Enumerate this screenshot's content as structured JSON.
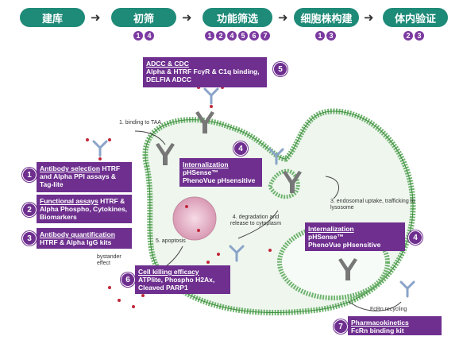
{
  "steps": [
    {
      "label": "建库",
      "nums": []
    },
    {
      "label": "初筛",
      "nums": [
        "1",
        "4"
      ]
    },
    {
      "label": "功能筛选",
      "nums": [
        "1",
        "2",
        "4",
        "5",
        "6",
        "7"
      ]
    },
    {
      "label": "细胞株构建",
      "nums": [
        "1",
        "3"
      ]
    },
    {
      "label": "体内验证",
      "nums": [
        "2",
        "3"
      ]
    }
  ],
  "boxes": {
    "adcc": {
      "num": "5",
      "title": "ADCC & CDC",
      "line1": "Alpha & HTRF FcγR & C1q binding,",
      "line2": "DELFIA ADCC"
    },
    "internal1": {
      "num": "4",
      "title": "Internalization",
      "line1": "pHSense™",
      "line2": "PhenoVue pHsensitive"
    },
    "internal2": {
      "num": "4",
      "title": "Internalization",
      "line1": "pHSense™",
      "line2": "PhenoVue pHsensitive"
    },
    "selection": {
      "num": "1",
      "title": "Antibody selection",
      "rest": " HTRF and Alpha PPI assays & Tag-lite"
    },
    "functional": {
      "num": "2",
      "title": "Functional assays",
      "rest": " HTRF & Alpha Phospho, Cytokines, Biomarkers"
    },
    "quant": {
      "num": "3",
      "title": "Antibody quantification",
      "rest": "HTRF & Alpha IgG kits"
    },
    "killing": {
      "num": "6",
      "title": "Cell killing efficacy",
      "line1": "ATPlite, Phospho H2Ax,",
      "line2": "Cleaved PARP1"
    },
    "pk": {
      "num": "7",
      "title": "Pharmacokinetics",
      "line1": "FcRn binding kit"
    }
  },
  "labels": {
    "binding": "1. binding to TAA",
    "endosomal": "3. endosomal uptake, trafficking to lysosome",
    "degradation": "4. degradation and release to cytoplasm",
    "apoptosis": "5. apoptosis",
    "bystander": "bystander effect",
    "fcrn": "FcRn recycling"
  }
}
